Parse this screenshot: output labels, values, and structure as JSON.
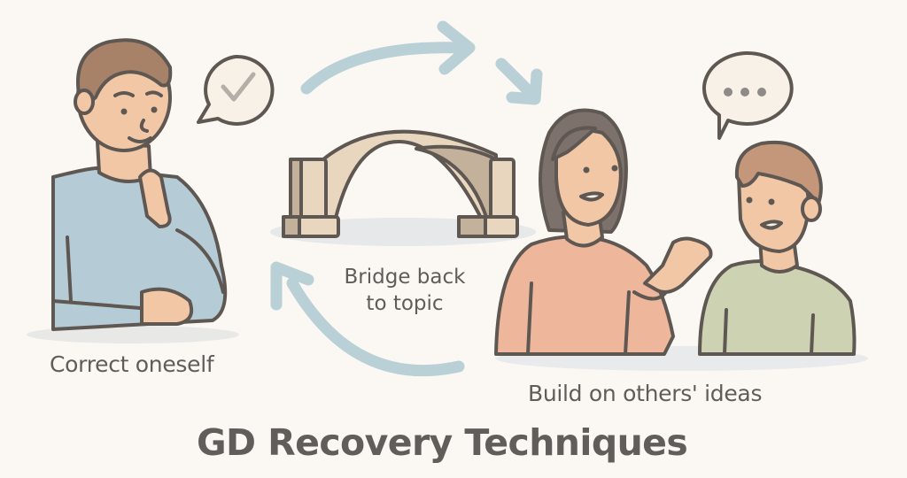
{
  "illustration": {
    "title": "GD Recovery Techniques",
    "labels": {
      "correct": "Correct oneself",
      "bridge_line1": "Bridge back",
      "bridge_line2": "to topic",
      "build": "Build on others' ideas"
    },
    "icons": {
      "left_bubble": "checkmark-speech-bubble-icon",
      "right_bubble": "ellipsis-speech-bubble-icon",
      "center": "bridge-arch-icon",
      "arrows": "cycle-arrows-icon"
    },
    "colors": {
      "background": "#fbf8f3",
      "outline": "#5e5752",
      "skin": "#f2c7a5",
      "hair_brown": "#a88169",
      "hair_dark": "#7d716b",
      "shirt_blue": "#b5cbd6",
      "shirt_peach": "#eeb79b",
      "shirt_green": "#cdd2b2",
      "bridge": "#e9d6bf",
      "bridge_shadow": "#c4b19c",
      "arrow": "#b9d0d6",
      "text": "#5f5c5a"
    }
  }
}
